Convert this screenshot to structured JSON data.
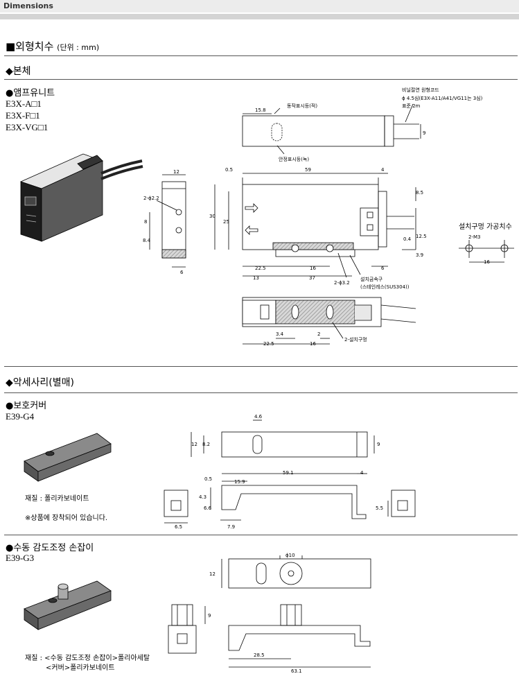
{
  "header": {
    "title": "Dimensions"
  },
  "main_title": {
    "label": "■외형치수",
    "unit": "(단위 : mm)"
  },
  "section_body": {
    "title": "◆본체"
  },
  "amp_unit": {
    "title": "●앰프유니트",
    "models": [
      "E3X-A□1",
      "E3X-F□1",
      "E3X-VG□1"
    ],
    "labels": {
      "op_indicator": "동작표시등(적)",
      "stable_indicator": "안정표시등(녹)",
      "cable_line1": "비닐절연 원형코드",
      "cable_line2": "ϕ 4.5심(E3X-A11/A41/VG11는 3심)",
      "cable_line3": "표준 2m",
      "phi22": "2-ϕ2.2",
      "phi32": "2-ϕ3.2",
      "bracket_line1": "설치금속구",
      "bracket_line2": "(스테인레스(SUS304))",
      "mount_holes": "2-설치구멍",
      "panel_title": "설치구멍 가공치수",
      "m3": "2-M3"
    },
    "dims": {
      "d158": "15.8",
      "d9a": "9",
      "d12a": "12",
      "d8": "8",
      "d84": "8.4",
      "d6a": "6",
      "d05": "0.5",
      "d59": "59",
      "d4": "4",
      "d85": "8.5",
      "d30": "30",
      "d25": "25",
      "d125": "12.5",
      "d04": "0.4",
      "d39": "3.9",
      "d225": "22.5",
      "d16": "16",
      "d6b": "6",
      "d13": "13",
      "d37": "37",
      "d34": "3.4",
      "d2": "2",
      "d225b": "22.5",
      "d16b": "16",
      "d16c": "16"
    }
  },
  "section_acc": {
    "title": "◆악세사리(별매)"
  },
  "cover": {
    "title": "●보호커버",
    "model": "E39-G4",
    "material": "재질 : 폴리카보네이트",
    "note": "※상품에 장착되어 있습니다.",
    "dims": {
      "d46": "4.6",
      "d12": "12",
      "d82": "8.2",
      "d9": "9",
      "d05": "0.5",
      "d591": "59.1",
      "d4": "4",
      "d159": "15.9",
      "d43": "4.3",
      "d66": "6.6",
      "d55": "5.5",
      "d65": "6.5",
      "d79": "7.9"
    }
  },
  "knob": {
    "title": "●수동 감도조정 손잡이",
    "model": "E39-G3",
    "material_line1": "재질 : <수동 감도조정 손잡이>폴리아세탈",
    "material_line2": "<커버>폴리카보네이트",
    "dims": {
      "phi10": "ϕ10",
      "d12": "12",
      "d9": "9",
      "d285": "28.5",
      "d631": "63.1"
    }
  },
  "colors": {
    "header_bg": "#ececec",
    "rule": "#d4d4d4",
    "line": "#000000",
    "hatch": "#9a9a9a"
  }
}
